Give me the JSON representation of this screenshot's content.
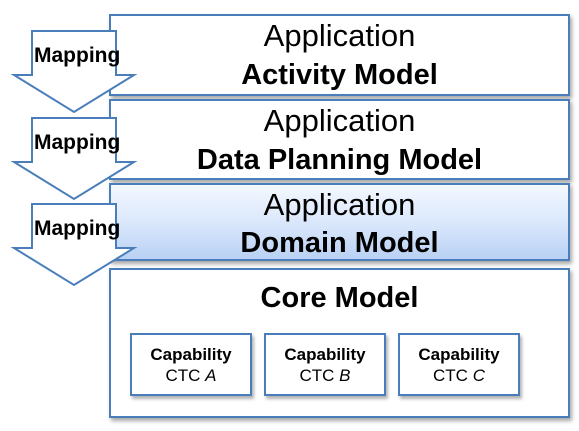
{
  "layers": [
    {
      "line1": "Application",
      "line2": "Activity Model"
    },
    {
      "line1": "Application",
      "line2": "Data Planning Model"
    },
    {
      "line1": "Application",
      "line2": "Domain Model"
    }
  ],
  "core": {
    "title": "Core Model",
    "capabilities": [
      {
        "title": "Capability",
        "prefix": "CTC",
        "letter": "A"
      },
      {
        "title": "Capability",
        "prefix": "CTC",
        "letter": "B"
      },
      {
        "title": "Capability",
        "prefix": "CTC",
        "letter": "C"
      }
    ]
  },
  "arrows": [
    {
      "label": "Mapping"
    },
    {
      "label": "Mapping"
    },
    {
      "label": "Mapping"
    }
  ],
  "colors": {
    "border": "#4a7ebb",
    "domain_fill_top": "#f4f8ff",
    "domain_fill_bottom": "#b9d1f4",
    "arrow_fill": "#ffffff"
  }
}
